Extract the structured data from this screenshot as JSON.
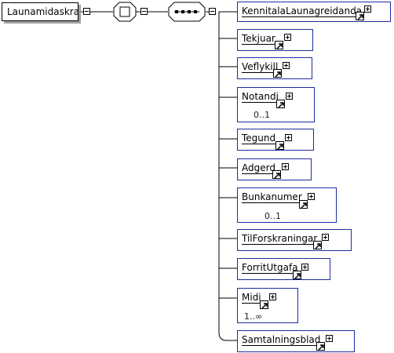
{
  "root": {
    "label": "Launamidaskra"
  },
  "children": [
    {
      "name": "KennitalaLaunagreidanda",
      "cardinality": ""
    },
    {
      "name": "Tekjuar",
      "cardinality": ""
    },
    {
      "name": "Veflykill",
      "cardinality": ""
    },
    {
      "name": "Notandi",
      "cardinality": "0..1"
    },
    {
      "name": "Tegund",
      "cardinality": ""
    },
    {
      "name": "Adgerd",
      "cardinality": ""
    },
    {
      "name": "Bunkanumer",
      "cardinality": "0..1"
    },
    {
      "name": "TilForskraningar",
      "cardinality": ""
    },
    {
      "name": "ForritUtgafa",
      "cardinality": ""
    },
    {
      "name": "Midi",
      "cardinality": "1..∞"
    },
    {
      "name": "Samtalningsblad",
      "cardinality": ""
    }
  ],
  "colors": {
    "element_border": "#1f2ba0",
    "shadow": "#a0a0a0"
  }
}
